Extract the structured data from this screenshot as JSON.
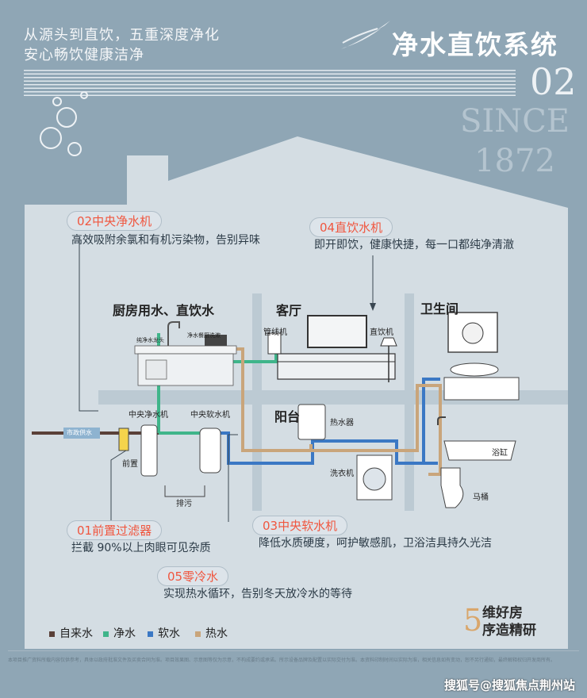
{
  "header": {
    "intro_line1": "从源头到直饮，五重深度净化",
    "intro_line2": "安心畅饮健康洁净",
    "title": "净水直饮系统",
    "number": "02",
    "since_word": "SINCE",
    "since_year": "1872"
  },
  "callouts": {
    "c02_title": "02中央净水机",
    "c02_text": "高效吸附余氯和有机污染物，告别异味",
    "c04_title": "04直饮水机",
    "c04_text": "即开即饮，健康快捷，每一口都纯净清澈",
    "c01_title": "01前置过滤器",
    "c01_text": "拦截 90%以上肉眼可见杂质",
    "c03_title": "03中央软水机",
    "c03_text": "降低水质硬度，呵护敏感肌，卫浴洁具持久光洁",
    "c05_title": "05零冷水",
    "c05_text": "实现热水循环，告别冬天放冷水的等待"
  },
  "rooms": {
    "kitchen": "厨房用水、直饮水",
    "living": "客厅",
    "bathroom": "卫生间",
    "balcony": "阳台"
  },
  "labels": {
    "pipe_machine": "管线机",
    "direct_drinker": "直饮机",
    "pure_tap": "纯净水龙头",
    "wash_water": "净水餐厨洗漱",
    "central_purifier": "中央净水机",
    "central_softener": "中央软水机",
    "city_water": "市政供水",
    "prefilter": "前置",
    "drain": "排污",
    "water_heater": "热水器",
    "washer": "洗衣机",
    "bathtub": "浴缸",
    "toilet": "马桶"
  },
  "legend": [
    {
      "label": "自来水",
      "color": "#5a4038"
    },
    {
      "label": "净水",
      "color": "#3fb58a"
    },
    {
      "label": "软水",
      "color": "#3b78c4"
    },
    {
      "label": "热水",
      "color": "#c9a57b"
    }
  ],
  "brand": {
    "line1": "维好房",
    "line2": "序造精研",
    "mark": "5"
  },
  "colors": {
    "background": "#8fa6b5",
    "house": "#d4dde3",
    "wall": "#bccad3",
    "tap_water": "#5a4038",
    "pure_water": "#3fb58a",
    "soft_water": "#3b78c4",
    "hot_water": "#c9a57b",
    "callout_title": "#f0563f"
  },
  "footer": {
    "text": "本项目推广资料所载内容仅供参考，具体以政府批准文件及买卖合同为准。项目效果图、示意图等仅为示意，不构成要约或承诺。所示设备品牌及配置以实际交付为准。本资料印制时间以实际为准，相关信息如有变动，恕不另行通知，最终解释权归开发商所有。"
  },
  "watermark": "搜狐号@搜狐焦点荆州站"
}
